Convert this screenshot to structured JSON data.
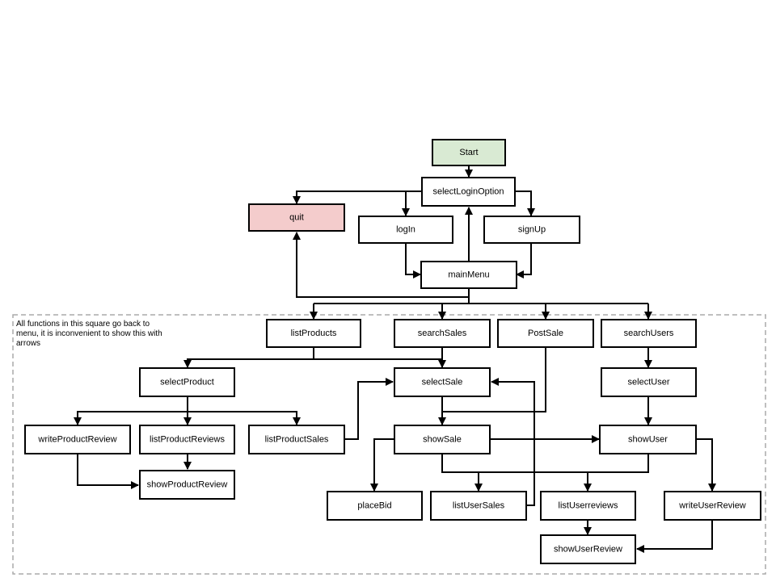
{
  "note": "All functions in this square go back to menu, it is inconvenient to show this with arrows",
  "colors": {
    "start_fill": "#d9ead3",
    "quit_fill": "#f4cccc",
    "default_fill": "#ffffff"
  },
  "nodes": {
    "start": "Start",
    "selectLoginOption": "selectLoginOption",
    "quit": "quit",
    "logIn": "logIn",
    "signUp": "signUp",
    "mainMenu": "mainMenu",
    "listProducts": "listProducts",
    "searchSales": "searchSales",
    "postSale": "PostSale",
    "searchUsers": "searchUsers",
    "selectProduct": "selectProduct",
    "selectSale": "selectSale",
    "selectUser": "selectUser",
    "writeProductReview": "writeProductReview",
    "listProductReviews": "listProductReviews",
    "listProductSales": "listProductSales",
    "showSale": "showSale",
    "showUser": "showUser",
    "showProductReview": "showProductReview",
    "placeBid": "placeBid",
    "listUserSales": "listUserSales",
    "listUserreviews": "listUserreviews",
    "writeUserReview": "writeUserReview",
    "showUserReview": "showUserReview"
  }
}
